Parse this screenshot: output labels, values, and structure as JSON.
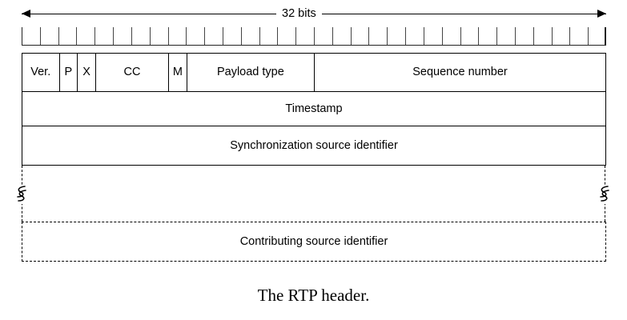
{
  "figure": {
    "caption": "The RTP header.",
    "width_arrow": {
      "label": "32 bits",
      "total_bits": 32
    },
    "ruler": {
      "tick_count": 32,
      "name": "bit-ruler"
    },
    "rows": [
      {
        "name": "first-word",
        "style": "solid",
        "fields": [
          {
            "label": "Ver.",
            "bits": 2
          },
          {
            "label": "P",
            "bits": 1
          },
          {
            "label": "X",
            "bits": 1
          },
          {
            "label": "CC",
            "bits": 4
          },
          {
            "label": "M",
            "bits": 1
          },
          {
            "label": "Payload type",
            "bits": 7
          },
          {
            "label": "Sequence number",
            "bits": 16
          }
        ]
      },
      {
        "name": "timestamp-word",
        "style": "solid",
        "fields": [
          {
            "label": "Timestamp",
            "bits": 32
          }
        ]
      },
      {
        "name": "ssrc-word",
        "style": "solid",
        "fields": [
          {
            "label": "Synchronization source identifier",
            "bits": 32
          }
        ]
      },
      {
        "name": "csrc-word",
        "style": "dashed",
        "fields": [
          {
            "label": "Contributing source identifier",
            "bits": 32
          }
        ]
      }
    ],
    "break_marks": {
      "left_icon": "break-squiggle-icon",
      "right_icon": "break-squiggle-icon"
    },
    "colors": {
      "line": "#000000",
      "background": "#ffffff",
      "tick": "#444444"
    }
  }
}
